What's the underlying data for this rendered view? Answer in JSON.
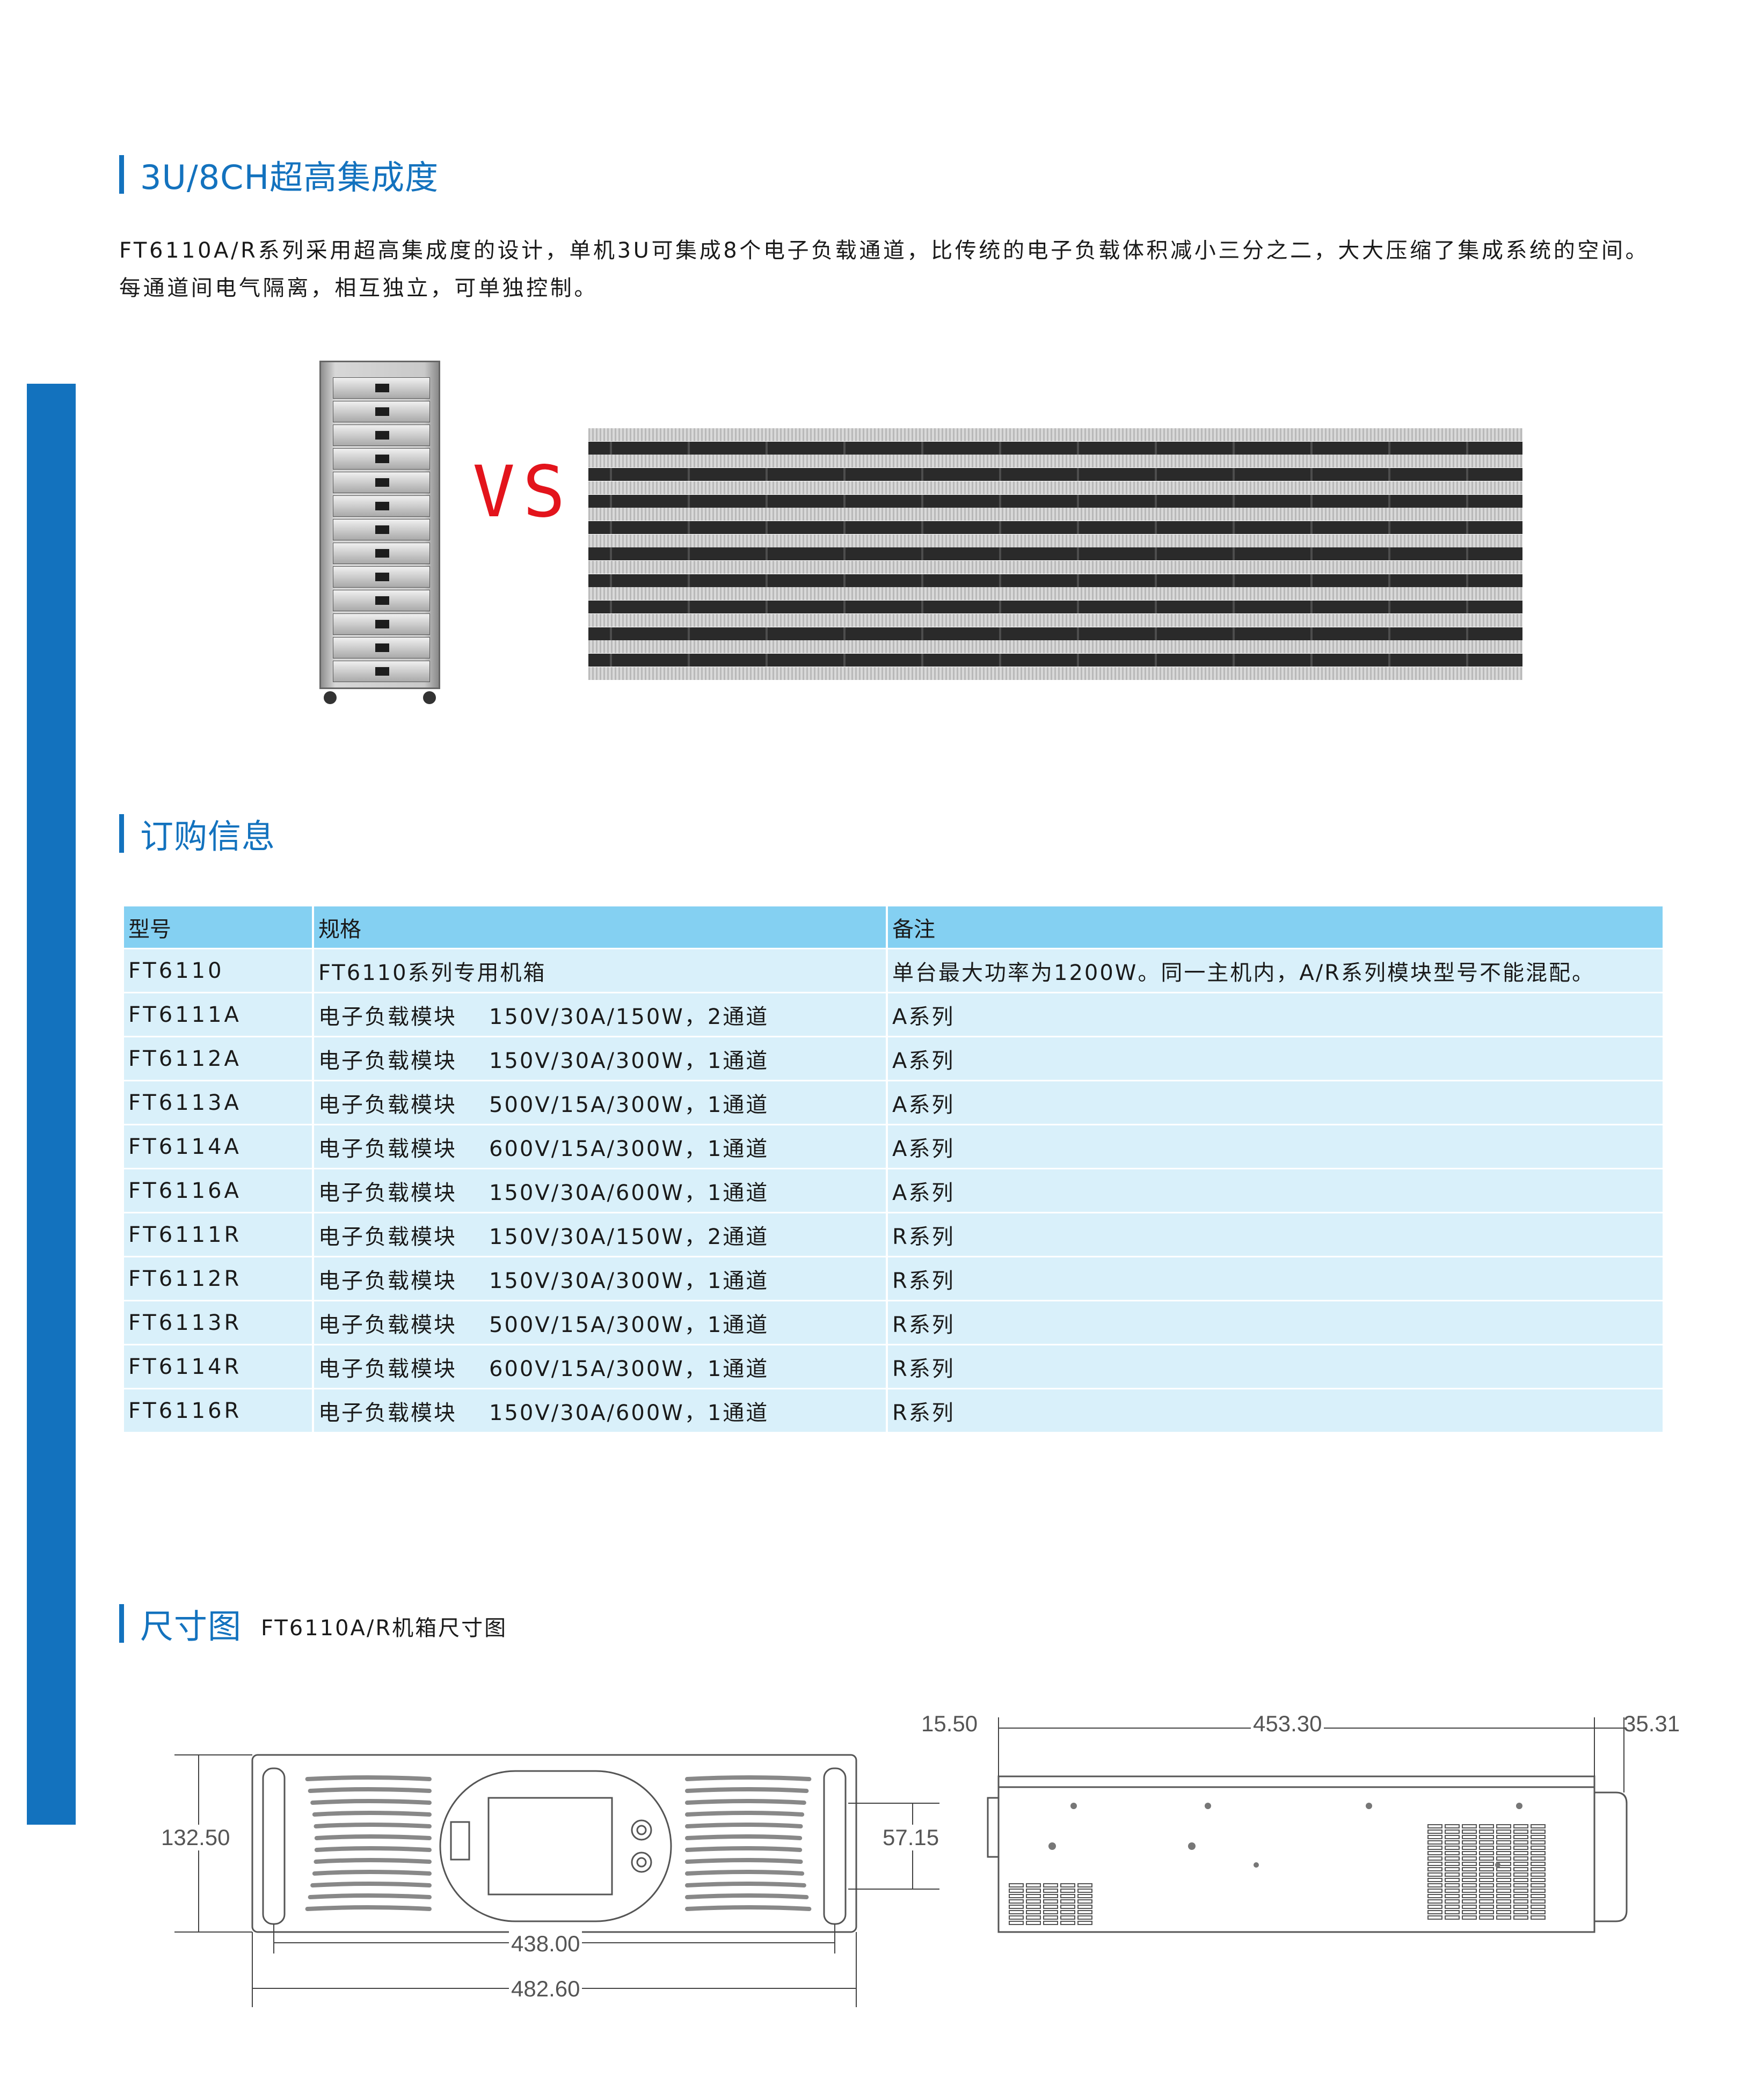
{
  "section1": {
    "title": "3U/8CH超高集成度",
    "paragraph": "FT6110A/R系列采用超高集成度的设计，单机3U可集成8个电子负载通道，比传统的电子负载体积减小三分之二，大大压缩了集成系统的空间。每通道间电气隔离，相互独立，可单独控制。"
  },
  "comparison": {
    "vs_label": "VS"
  },
  "section2": {
    "title": "订购信息",
    "table": {
      "headers": [
        "型号",
        "规格",
        "备注"
      ],
      "rows": [
        {
          "model": "FT6110",
          "spec_name": "FT6110系列专用机箱",
          "spec_value": "",
          "note": "单台最大功率为1200W。同一主机内，A/R系列模块型号不能混配。"
        },
        {
          "model": "FT6111A",
          "spec_name": "电子负载模块",
          "spec_value": "150V/30A/150W，2通道",
          "note": "A系列"
        },
        {
          "model": "FT6112A",
          "spec_name": "电子负载模块",
          "spec_value": "150V/30A/300W，1通道",
          "note": "A系列"
        },
        {
          "model": "FT6113A",
          "spec_name": "电子负载模块",
          "spec_value": "500V/15A/300W，1通道",
          "note": "A系列"
        },
        {
          "model": "FT6114A",
          "spec_name": "电子负载模块",
          "spec_value": "600V/15A/300W，1通道",
          "note": "A系列"
        },
        {
          "model": "FT6116A",
          "spec_name": "电子负载模块",
          "spec_value": "150V/30A/600W，1通道",
          "note": "A系列"
        },
        {
          "model": "FT6111R",
          "spec_name": "电子负载模块",
          "spec_value": "150V/30A/150W，2通道",
          "note": "R系列"
        },
        {
          "model": "FT6112R",
          "spec_name": "电子负载模块",
          "spec_value": "150V/30A/300W，1通道",
          "note": "R系列"
        },
        {
          "model": "FT6113R",
          "spec_name": "电子负载模块",
          "spec_value": "500V/15A/300W，1通道",
          "note": "R系列"
        },
        {
          "model": "FT6114R",
          "spec_name": "电子负载模块",
          "spec_value": "600V/15A/300W，1通道",
          "note": "R系列"
        },
        {
          "model": "FT6116R",
          "spec_name": "电子负载模块",
          "spec_value": "150V/30A/600W，1通道",
          "note": "R系列"
        }
      ]
    }
  },
  "section3": {
    "title": "尺寸图",
    "subtitle": "FT6110A/R机箱尺寸图",
    "front_dims": {
      "height": "132.50",
      "handle_span": "57.15",
      "inner_width": "438.00",
      "outer_width": "482.60"
    },
    "side_dims": {
      "front_depth": "15.50",
      "body_depth": "453.30",
      "rear_depth": "35.31"
    }
  }
}
